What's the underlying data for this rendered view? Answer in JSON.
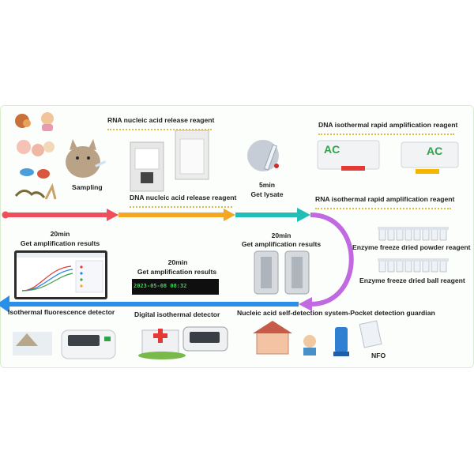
{
  "labels": {
    "sampling": "Sampling",
    "rna_release": "RNA nucleic acid release reagent",
    "dna_release": "DNA nucleic acid release reagent",
    "lysate_time": "5min",
    "lysate": "Get lysate",
    "dna_iso": "DNA isothermal rapid amplification reagent",
    "rna_iso": "RNA isothermal rapid amplification reagent",
    "powder": "Enzyme freeze dried powder reagent",
    "ball": "Enzyme freeze dried ball reagent",
    "amp_right_time": "20min",
    "amp_right": "Get amplification results",
    "amp_mid_time": "20min",
    "amp_mid": "Get amplification results",
    "amp_left_time": "20min",
    "amp_left": "Get amplification results",
    "fluor_detector": "Isothermal fluorescence detector",
    "digital_detector": "Digital isothermal detector",
    "pocket": "Nucleic acid self-detection system-Pocket detection guardian",
    "nfo": "NFO"
  },
  "colors": {
    "arrow_red": "#ef4f5b",
    "arrow_orange": "#f5a623",
    "arrow_teal": "#1fbfb8",
    "arrow_purple": "#c069e0",
    "arrow_blue": "#2a8fe8",
    "dots": "#e0b94a"
  },
  "digital_readout": "2023-05-08 08:32"
}
